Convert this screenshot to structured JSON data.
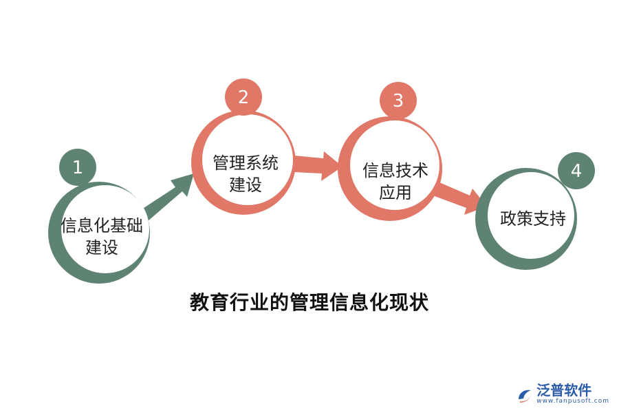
{
  "title": "教育行业的管理信息化现状",
  "colors": {
    "green": "#5e8372",
    "salmon": "#e07767",
    "brand": "#2a5aa8"
  },
  "steps": [
    {
      "number": "1",
      "label": "信息化基础\n建设",
      "color": "green"
    },
    {
      "number": "2",
      "label": "管理系统\n建设",
      "color": "salmon"
    },
    {
      "number": "3",
      "label": "信息技术\n应用",
      "color": "salmon"
    },
    {
      "number": "4",
      "label": "政策支持",
      "color": "green"
    }
  ],
  "brand": {
    "name": "泛普软件",
    "url": "www.fanpusoft.com"
  }
}
